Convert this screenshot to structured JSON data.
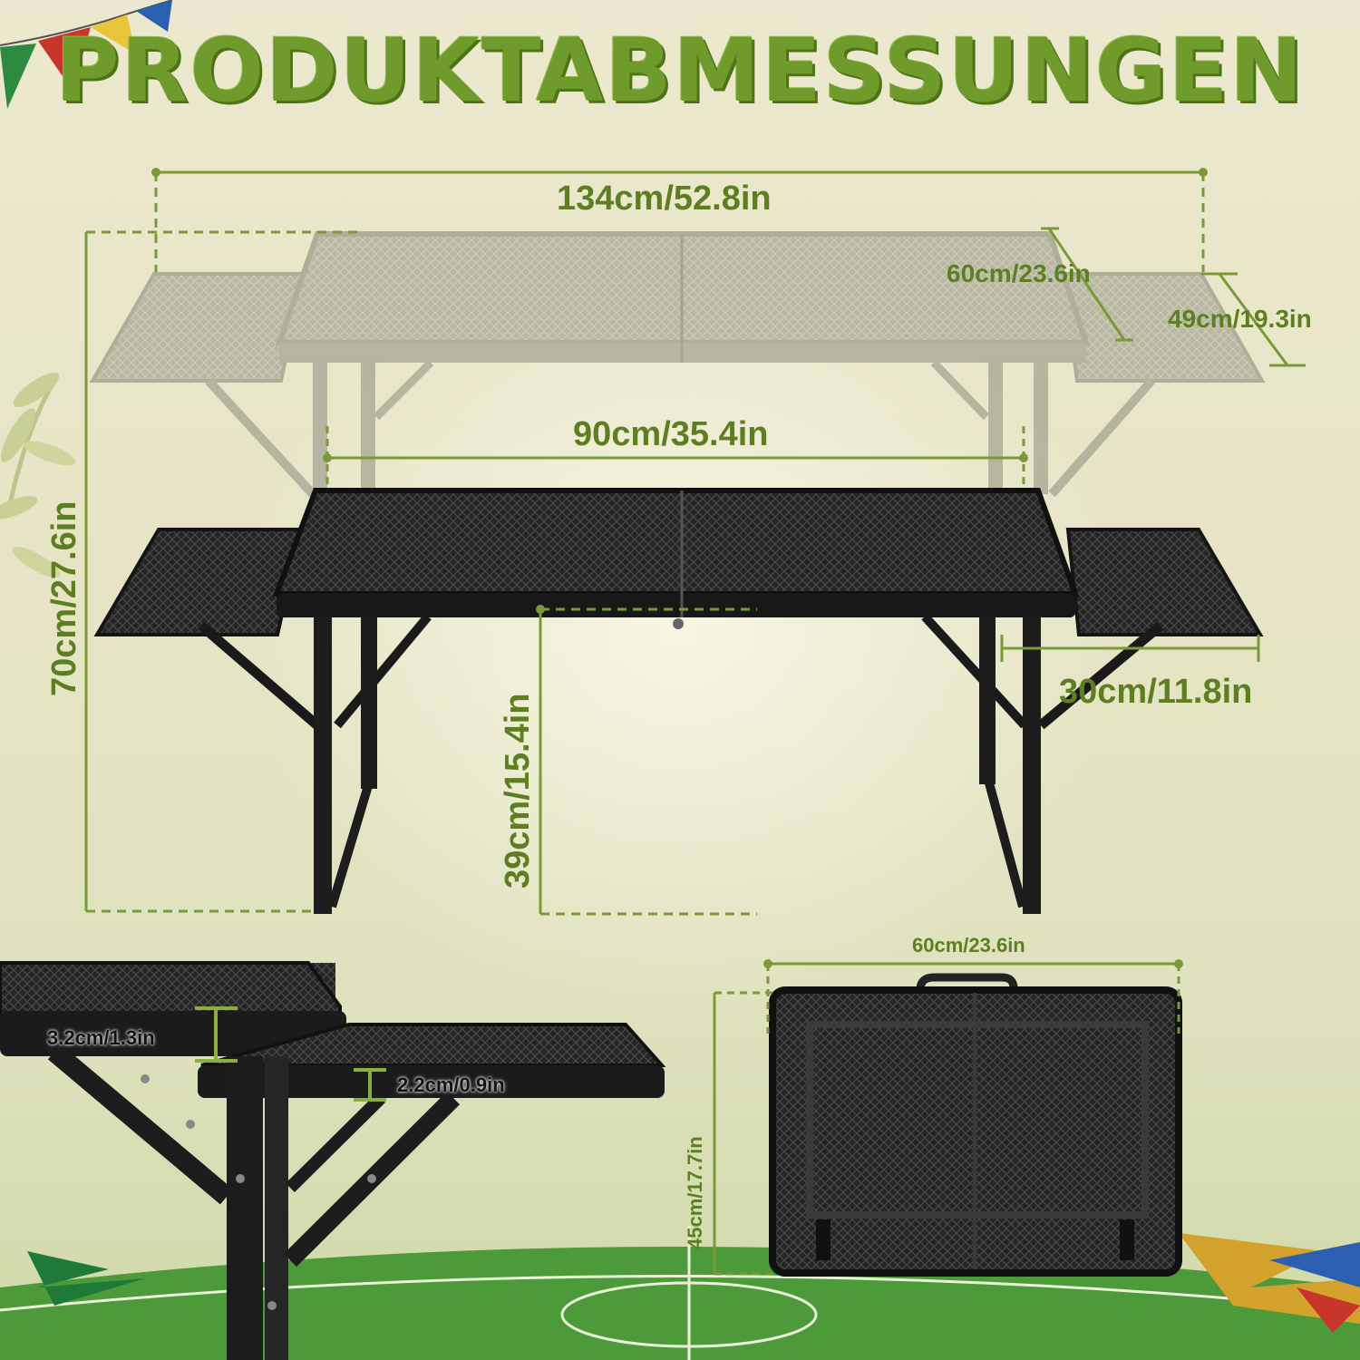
{
  "title": "PRODUKTABMESSUNGEN",
  "dimensions": {
    "total_width": "134cm/52.8in",
    "top_depth": "60cm/23.6in",
    "side_depth": "49cm/19.3in",
    "top_width": "90cm/35.4in",
    "total_height": "70cm/27.6in",
    "low_height": "39cm/15.4in",
    "side_width": "30cm/11.8in",
    "top_thickness": "3.2cm/1.3in",
    "side_thickness": "2.2cm/0.9in",
    "folded_width": "60cm/23.6in",
    "folded_height": "45cm/17.7in"
  },
  "colors": {
    "accent": "#6f9a2c",
    "dimension_text": "#5d7f22",
    "line": "#7a9a3a",
    "table": "#1d1d1d",
    "table_faded": "#9a9a88"
  }
}
